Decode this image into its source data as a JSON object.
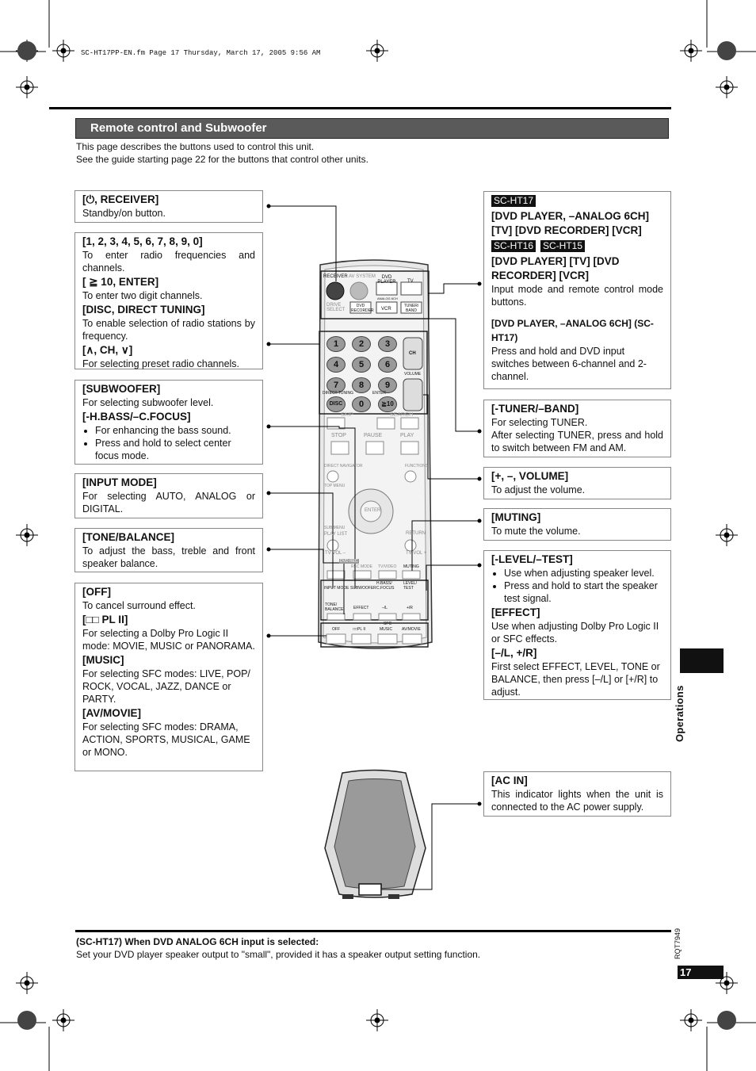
{
  "file_header": "SC-HT17PP-EN.fm  Page 17  Thursday, March 17, 2005  9:56 AM",
  "section_title": "Remote control and Subwoofer",
  "intro": [
    "This page describes the buttons used to control this unit.",
    "See the guide starting page 22 for the buttons that control other units."
  ],
  "left": {
    "receiver": {
      "heading": "[⏻, RECEIVER]",
      "text": "Standby/on button."
    },
    "numbers": {
      "h1": "[1, 2, 3, 4, 5, 6, 7, 8, 9, 0]",
      "t1": "To enter radio frequencies and channels.",
      "h2": "[ ≧ 10, ENTER]",
      "t2": "To enter two digit channels.",
      "h3": "[DISC, DIRECT TUNING]",
      "t3": "To enable selection of radio stations by frequency.",
      "h4": "[∧, CH, ∨]",
      "t4": "For selecting preset radio channels."
    },
    "subwoofer": {
      "h1": "[SUBWOOFER]",
      "t1": "For selecting subwoofer level.",
      "h2": "[-H.BASS/–C.FOCUS]",
      "b1": "For enhancing the bass sound.",
      "b2": "Press and hold to select center focus mode."
    },
    "input_mode": {
      "heading": "[INPUT MODE]",
      "text": "For selecting AUTO, ANALOG or DIGITAL."
    },
    "tone": {
      "heading": "[TONE/BALANCE]",
      "text": "To adjust the bass, treble and front speaker balance."
    },
    "off": {
      "h1": "[OFF]",
      "t1": "To cancel surround effect.",
      "h2": "[□□ PL II]",
      "t2": "For selecting a Dolby Pro Logic II mode: MOVIE, MUSIC or PANORAMA.",
      "h3": "[MUSIC]",
      "t3": "For selecting SFC modes: LIVE, POP/ ROCK, VOCAL, JAZZ, DANCE or PARTY.",
      "h4": "[AV/MOVIE]",
      "t4": "For selecting SFC modes: DRAMA, ACTION, SPORTS, MUSICAL, GAME or MONO."
    }
  },
  "right": {
    "inputs": {
      "badge1": "SC-HT17",
      "h1": "[DVD PLAYER, –ANALOG 6CH] [TV] [DVD RECORDER] [VCR]",
      "badge2": "SC-HT16",
      "badge3": "SC-HT15",
      "h2": "[DVD PLAYER]  [TV] [DVD RECORDER]  [VCR]",
      "t1": "Input mode and remote control mode buttons.",
      "h3": "[DVD PLAYER, –ANALOG 6CH] (SC-HT17)",
      "t2": "Press and hold and DVD input switches between 6-channel and 2-channel."
    },
    "tuner": {
      "heading": "[-TUNER/–BAND]",
      "t1": "For selecting TUNER.",
      "t2": "After selecting TUNER, press and hold to switch between FM and AM."
    },
    "volume": {
      "heading": "[+, –, VOLUME]",
      "text": "To adjust the volume."
    },
    "muting": {
      "heading": "[MUTING]",
      "text": "To mute the volume."
    },
    "level": {
      "h1": "[-LEVEL/–TEST]",
      "b1": "Use when adjusting speaker level.",
      "b2": "Press and hold to start the speaker test signal.",
      "h2": "[EFFECT]",
      "t1": "Use when adjusting Dolby Pro Logic II or SFC effects.",
      "h3": "[–/L, +/R]",
      "t2": "First select EFFECT, LEVEL, TONE or BALANCE, then press [–/L] or [+/R] to adjust."
    },
    "acin": {
      "heading": "[AC IN]",
      "text": "This indicator lights when the unit is connected to the AC power supply."
    }
  },
  "remote": {
    "receiver": "RECEIVER",
    "av_system": "AV SYSTEM",
    "dvd_player": "DVD PLAYER",
    "tv": "TV",
    "drive_select": "DRIVE SELECT",
    "dvd_recorder": "DVD RECORDER",
    "vcr": "VCR",
    "tuner_band": "TUNER/ BAND",
    "analog6ch": "ANALOG 6CH",
    "digits": [
      "1",
      "2",
      "3",
      "4",
      "5",
      "6",
      "7",
      "8",
      "9",
      "0"
    ],
    "ch": "CH",
    "volume": "VOLUME",
    "direct_tuning": "DIRECT TUNING",
    "enter": "ENTER",
    "disc": "DISC",
    "ge10": "≧10",
    "skip": "SKIP",
    "search": "SEARCH",
    "stop": "STOP",
    "pause": "PAUSE",
    "play": "PLAY",
    "direct_navigator": "DIRECT NAVIGATOR",
    "top_menu": "TOP MENU",
    "functions": "FUNCTIONS",
    "enter_center": "ENTER",
    "sub_menu": "SUB MENU",
    "play_list": "PLAY LIST",
    "return": "RETURN",
    "tv_vol_minus": "TV VOL –",
    "tv_vol_plus": "TV VOL +",
    "dvd_rec": "DVD REC",
    "rec_mode": "REC MODE",
    "tv_video": "TV/VIDEO",
    "muting": "MUTING",
    "input_mode": "INPUT MODE",
    "subwoofer": "SUBWOOFER",
    "hbass": "H.BASS/ C.FOCUS",
    "level_test": "LEVEL/ TEST",
    "tone_balance": "TONE/ BALANCE",
    "effect": "EFFECT",
    "minus_l": "–/L",
    "plus_r": "+/R",
    "sfc": "SFC",
    "off": "OFF",
    "pl2": "□□PL II",
    "music": "MUSIC",
    "av_movie": "AV/MOVIE"
  },
  "footer": {
    "note_heading": "(SC-HT17) When DVD ANALOG 6CH input is selected:",
    "note_text": "Set your DVD player speaker output to \"small\", provided it has a speaker output setting function.",
    "side_tab": "Operations",
    "doc_code": "RQT7949",
    "page_number": "17"
  }
}
